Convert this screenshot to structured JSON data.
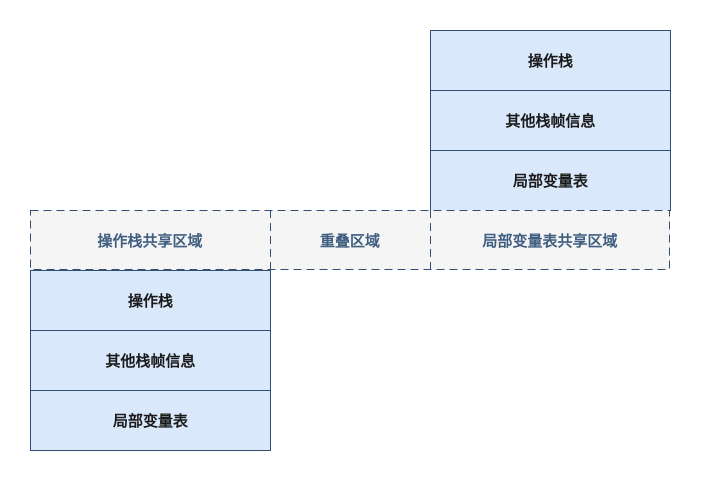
{
  "upper_frame": {
    "operand_stack": "操作栈",
    "other_frame_info": "其他栈帧信息",
    "local_var_table": "局部变量表"
  },
  "lower_frame": {
    "operand_stack": "操作栈",
    "other_frame_info": "其他栈帧信息",
    "local_var_table": "局部变量表"
  },
  "shared_row": {
    "operand_stack_shared": "操作栈共享区域",
    "overlap": "重叠区域",
    "local_var_shared": "局部变量表共享区域"
  },
  "colors": {
    "frame_fill": "#dae8fc",
    "frame_stroke": "#324e72",
    "shared_fill": "#f5f5f5",
    "shared_text": "#3f5e80"
  }
}
